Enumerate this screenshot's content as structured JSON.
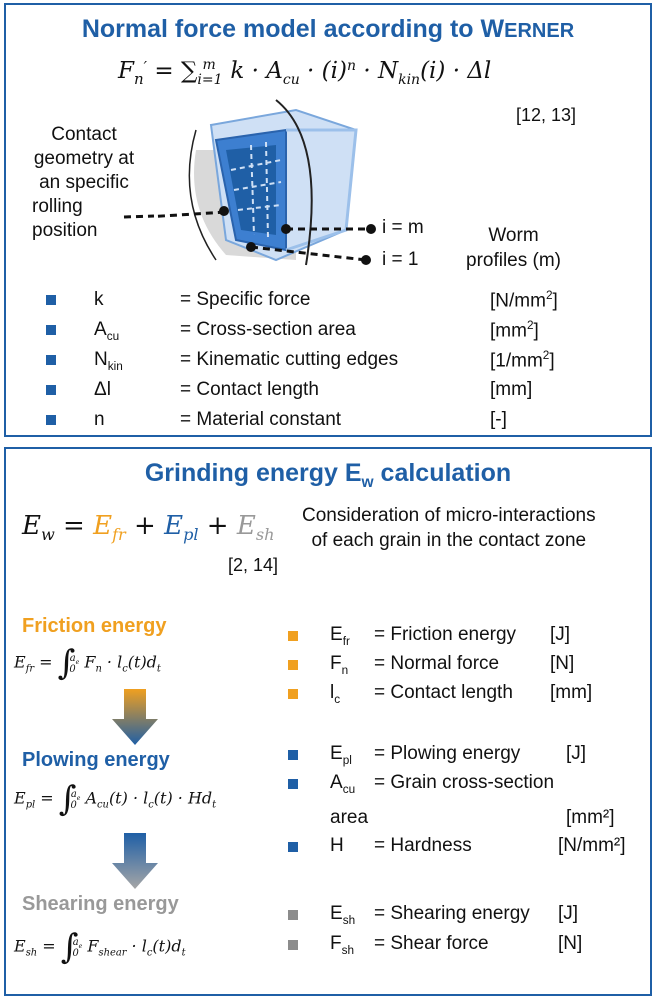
{
  "top": {
    "title": "Normal force model according to Werner",
    "formula": "F′ₙ = ∑ᵢ₌₁ᵐ k · A꜀ᵤ · (i)ⁿ · Nₖᵢₙ(i) · Δl",
    "reference": "[12, 13]",
    "contact_label": [
      "Contact",
      "geometry at",
      "an specific",
      "rolling",
      "position"
    ],
    "i_m_label": "i = m",
    "i_1_label": "i = 1",
    "worm_label": [
      "Worm",
      "profiles (m)"
    ],
    "variables": [
      {
        "symbol": "k",
        "sub": "",
        "desc": "= Specific force",
        "unit": "[N/mm",
        "unit_sup": "2",
        "unit_end": "]"
      },
      {
        "symbol": "A",
        "sub": "cu",
        "desc": "= Cross-section area",
        "unit": "[mm",
        "unit_sup": "2",
        "unit_end": "]"
      },
      {
        "symbol": "N",
        "sub": "kin",
        "desc": "= Kinematic cutting edges",
        "unit": "[1/mm",
        "unit_sup": "2",
        "unit_end": "]"
      },
      {
        "symbol": "Δl",
        "sub": "",
        "desc": "= Contact length",
        "unit": "[mm",
        "unit_sup": "",
        "unit_end": "]"
      },
      {
        "symbol": "n",
        "sub": "",
        "desc": "= Material constant",
        "unit": "[-",
        "unit_sup": "",
        "unit_end": "]"
      }
    ],
    "bullet_color": "#1f5fa6"
  },
  "bottom": {
    "title": "Grinding energy E",
    "title_sub": "w",
    "title_end": " calculation",
    "formula_ew": "E",
    "formula_ew_sub": "w",
    "formula_eq": " = ",
    "formula_efr": "E",
    "formula_efr_sub": "fr",
    "formula_epl": "E",
    "formula_epl_sub": "pl",
    "formula_esh": "E",
    "formula_esh_sub": "sh",
    "plus": " + ",
    "reference": "[2, 14]",
    "consideration": [
      "Consideration of micro-interactions",
      "of each grain in the contact zone"
    ],
    "friction": {
      "heading": "Friction energy",
      "color": "#f0a020"
    },
    "plowing": {
      "heading": "Plowing energy",
      "color": "#1f5fa6"
    },
    "shearing": {
      "heading": "Shearing energy",
      "color": "#999999"
    },
    "friction_vars": [
      {
        "symbol": "E",
        "sub": "fr",
        "desc": "= Friction energy",
        "unit": "[J]"
      },
      {
        "symbol": "F",
        "sub": "n",
        "desc": "= Normal force",
        "unit": "[N]"
      },
      {
        "symbol": "l",
        "sub": "c",
        "desc": "= Contact length",
        "unit": "[mm]"
      }
    ],
    "plowing_vars": [
      {
        "symbol": "E",
        "sub": "pl",
        "desc": "= Plowing energy",
        "unit": "[J]"
      },
      {
        "symbol": "A",
        "sub": "cu",
        "desc": "= Grain cross-section",
        "unit": ""
      },
      {
        "symbol": "",
        "sub": "",
        "desc": "area",
        "unit": "[mm²]"
      },
      {
        "symbol": "H",
        "sub": "",
        "desc": "= Hardness",
        "unit": "[N/mm²]"
      }
    ],
    "shearing_vars": [
      {
        "symbol": "E",
        "sub": "sh",
        "desc": "= Shearing energy",
        "unit": "[J]"
      },
      {
        "symbol": "F",
        "sub": "sh",
        "desc": "= Shear force",
        "unit": "[N]"
      }
    ]
  }
}
